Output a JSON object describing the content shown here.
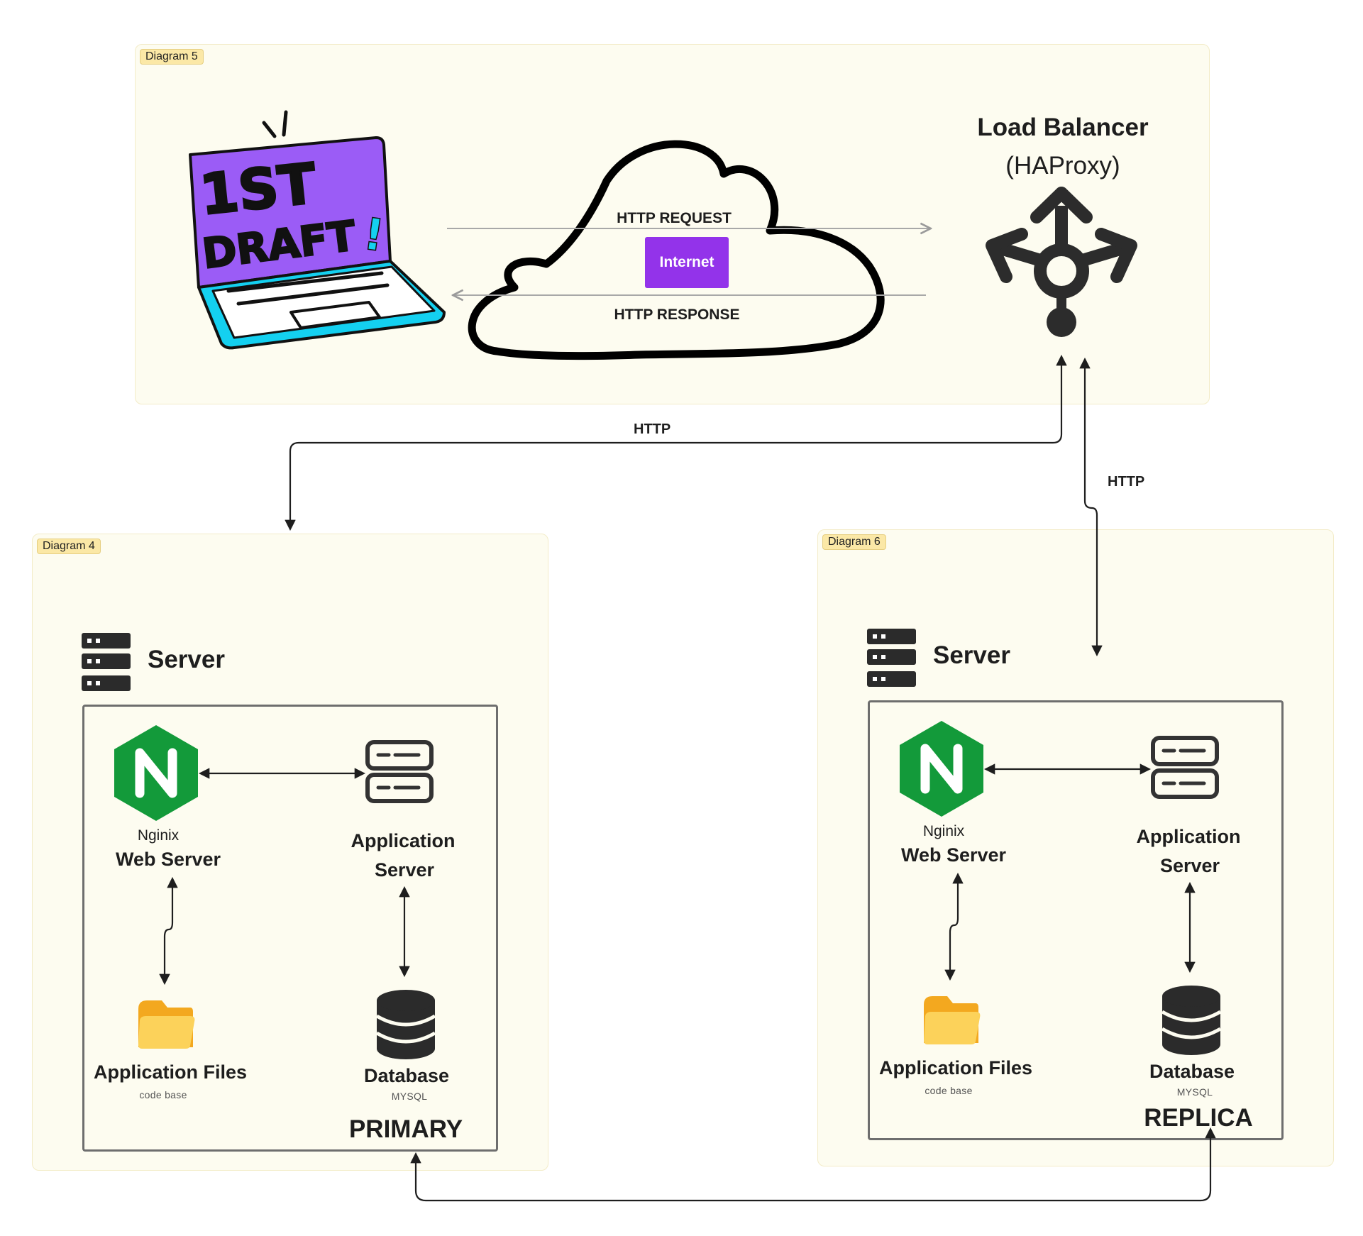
{
  "frames": {
    "top": {
      "tag": "Diagram 5"
    },
    "left": {
      "tag": "Diagram 4"
    },
    "right": {
      "tag": "Diagram 6"
    }
  },
  "client": {
    "laptop_line1": "1ST",
    "laptop_line2": "DRAFT",
    "laptop_exclaim": "!"
  },
  "internet": {
    "label": "Internet",
    "request_label": "HTTP REQUEST",
    "response_label": "HTTP RESPONSE"
  },
  "load_balancer": {
    "title": "Load Balancer",
    "subtitle": "(HAProxy)"
  },
  "connections": {
    "http_left": "HTTP",
    "http_right": "HTTP"
  },
  "server_primary": {
    "title": "Server",
    "web_top": "Nginix",
    "web_bottom": "Web Server",
    "app_line1": "Application",
    "app_line2": "Server",
    "files_label": "Application Files",
    "files_sub": "code base",
    "db_label": "Database",
    "db_sub": "MYSQL",
    "role": "PRIMARY"
  },
  "server_replica": {
    "title": "Server",
    "web_top": "Nginix",
    "web_bottom": "Web Server",
    "app_line1": "Application",
    "app_line2": "Server",
    "files_label": "Application Files",
    "files_sub": "code base",
    "db_label": "Database",
    "db_sub": "MYSQL",
    "role": "REPLICA"
  },
  "colors": {
    "frame_bg": "#fdfcf0",
    "frame_tag": "#fbe8a6",
    "internet": "#9333ea",
    "laptop_screen": "#9b5cf6",
    "laptop_base": "#14d0f0",
    "nginx_green": "#139a3a",
    "folder_yellow": "#f9c54a"
  },
  "icons": [
    "laptop-icon",
    "cloud-icon",
    "load-balancer-icon",
    "server-rack-icon",
    "nginx-icon",
    "app-server-icon",
    "folder-icon",
    "database-icon"
  ]
}
